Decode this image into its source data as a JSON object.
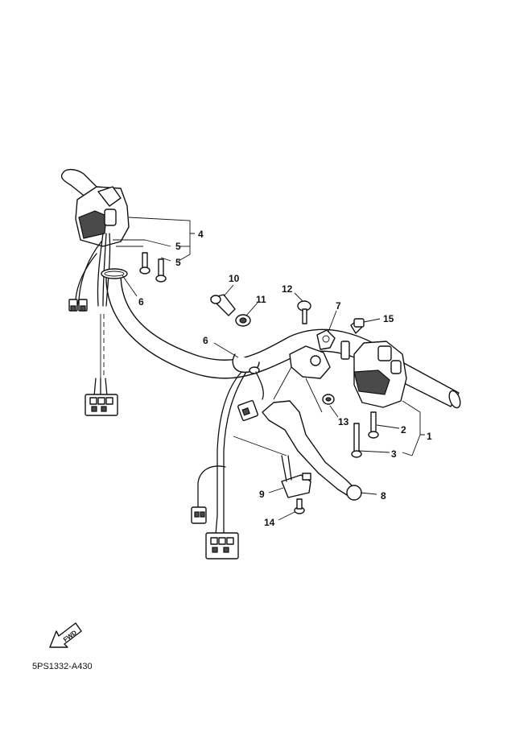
{
  "diagram": {
    "reference_code": "5PS1332-A430",
    "fwd_label": "FWD",
    "callouts": {
      "c1": "1",
      "c2": "2",
      "c3": "3",
      "c4": "4",
      "c5a": "5",
      "c5b": "5",
      "c6a": "6",
      "c6b": "6",
      "c7": "7",
      "c8": "8",
      "c9": "9",
      "c10": "10",
      "c11": "11",
      "c12": "12",
      "c13": "13",
      "c14": "14",
      "c15": "15"
    }
  }
}
